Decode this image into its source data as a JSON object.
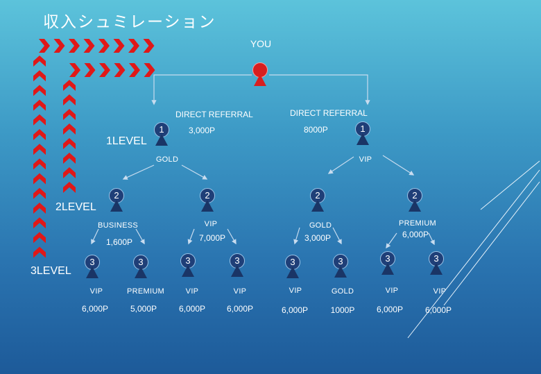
{
  "title": "収入シュミレーション",
  "you": "YOU",
  "levels": {
    "l1": "1LEVEL",
    "l2": "2LEVEL",
    "l3": "3LEVEL"
  },
  "left": {
    "referral": "DIRECT REFERRAL",
    "points": "3,000P",
    "rank": "GOLD",
    "a": {
      "rank": "BUSINESS",
      "points": "1,600P"
    },
    "b": {
      "rank": "VIP",
      "points": "7,000P"
    }
  },
  "right": {
    "referral": "DIRECT REFERRAL",
    "points": "8000P",
    "rank": "VIP",
    "a": {
      "rank": "GOLD",
      "points": "3,000P"
    },
    "b": {
      "rank": "PREMIUM",
      "points": "6,000P"
    }
  },
  "node_numbers": {
    "one": "1",
    "two": "2",
    "three": "3"
  },
  "leaves": [
    {
      "rank": "VIP",
      "points": "6,000P"
    },
    {
      "rank": "PREMIUM",
      "points": "5,000P"
    },
    {
      "rank": "VIP",
      "points": "6,000P"
    },
    {
      "rank": "VIP",
      "points": "6,000P"
    },
    {
      "rank": "VIP",
      "points": "6,000P"
    },
    {
      "rank": "GOLD",
      "points": "1000P"
    },
    {
      "rank": "VIP",
      "points": "6,000P"
    },
    {
      "rank": "VIP",
      "points": "6,000P"
    }
  ],
  "colors": {
    "chevron": "#e01818",
    "node": "#1f3f78",
    "you_node": "#d81f1f",
    "connector": "#c8dcef"
  }
}
